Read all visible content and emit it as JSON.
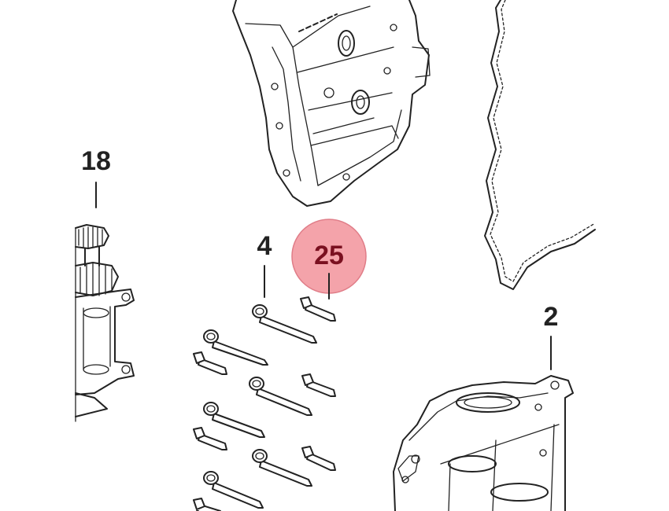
{
  "callouts": {
    "c18": "18",
    "c4": "4",
    "c25": "25",
    "c2": "2"
  },
  "colors": {
    "highlight_fill": "#f4a3aa",
    "highlight_stroke": "#e07d88",
    "line": "#222222"
  },
  "highlighted_callout": "25"
}
